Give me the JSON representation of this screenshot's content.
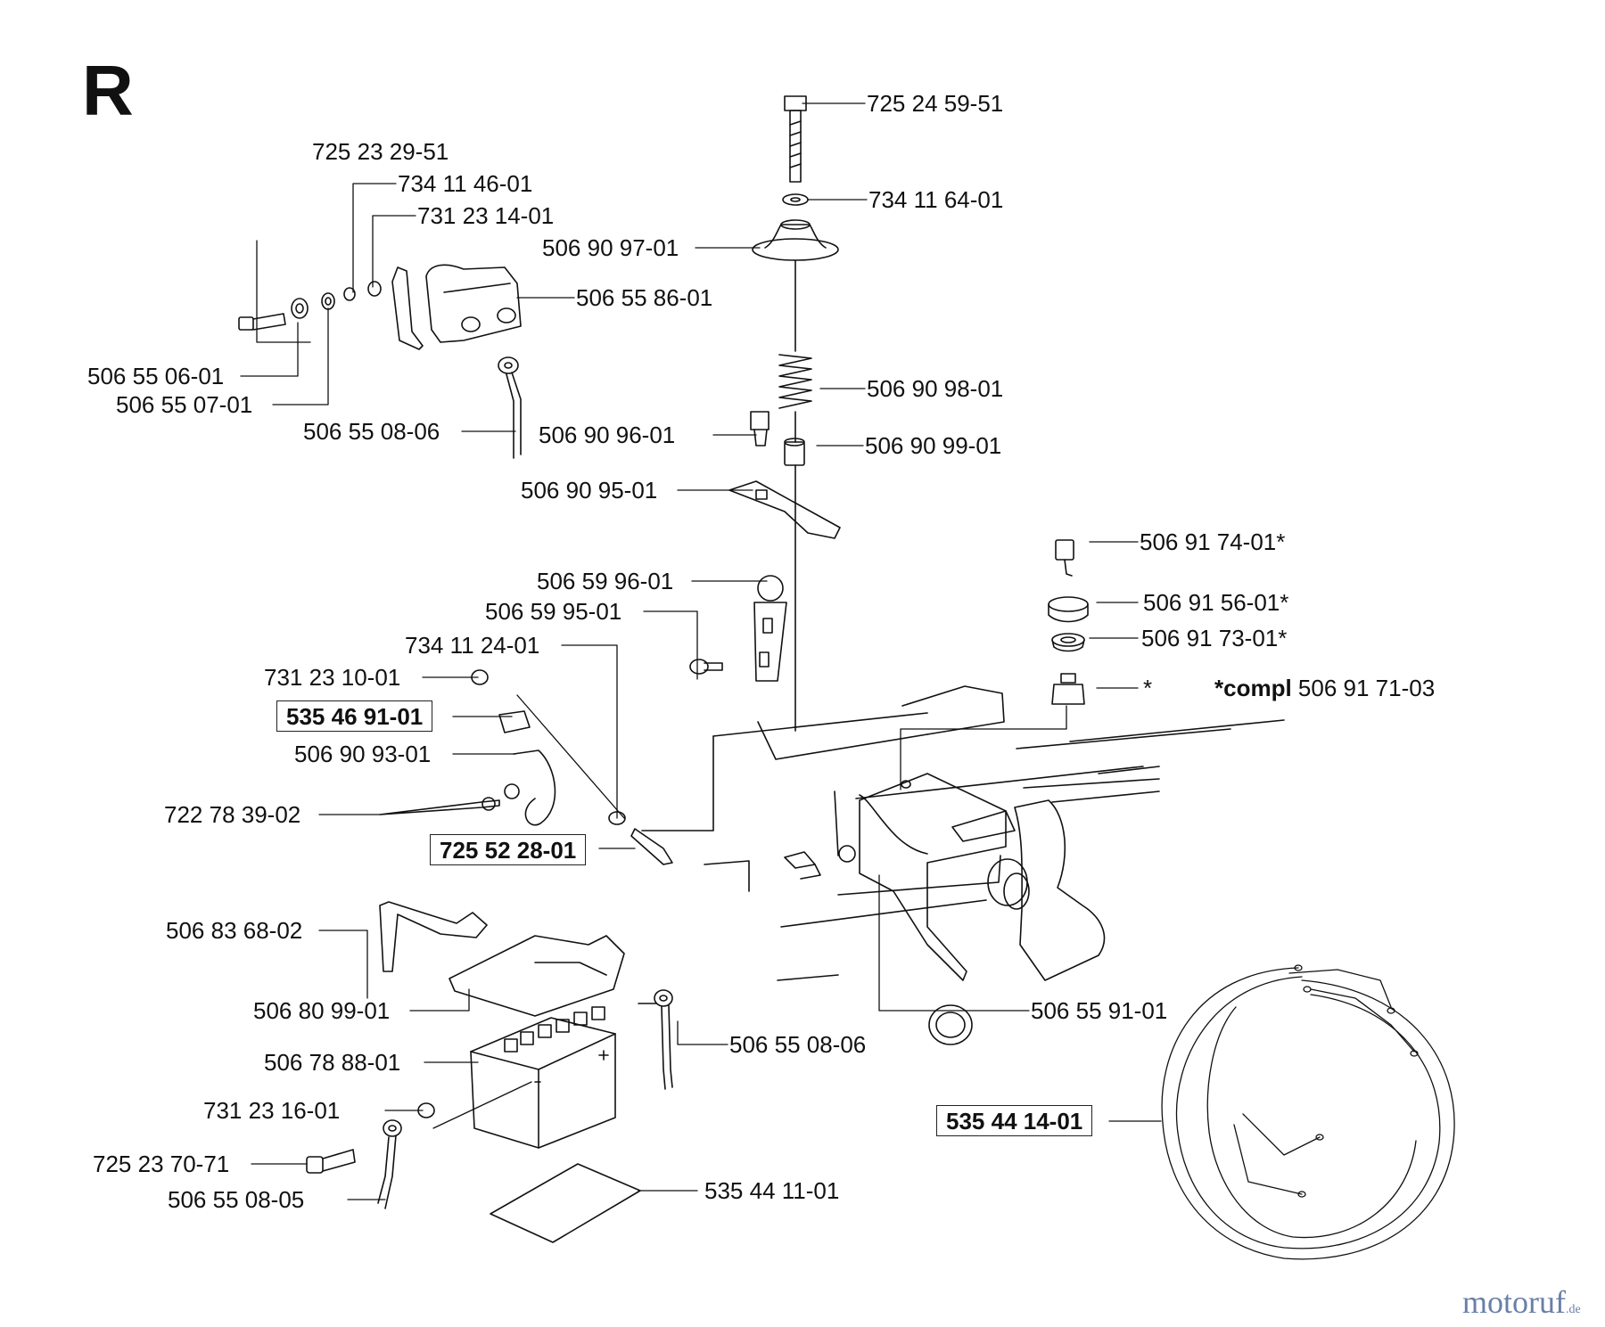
{
  "section_letter": "R",
  "parts": [
    {
      "id": "p1",
      "number": "725 24 59-51"
    },
    {
      "id": "p2",
      "number": "734 11 64-01"
    },
    {
      "id": "p3",
      "number": "506 90 97-01"
    },
    {
      "id": "p4",
      "number": "506 90 98-01"
    },
    {
      "id": "p5",
      "number": "506 90 96-01"
    },
    {
      "id": "p6",
      "number": "506 90 99-01"
    },
    {
      "id": "p7",
      "number": "506 90 95-01"
    },
    {
      "id": "p8",
      "number": "725 23 29-51"
    },
    {
      "id": "p9",
      "number": "734 11 46-01"
    },
    {
      "id": "p10",
      "number": "731 23 14-01"
    },
    {
      "id": "p11",
      "number": "506 55 86-01"
    },
    {
      "id": "p12",
      "number": "506 55 06-01"
    },
    {
      "id": "p13",
      "number": "506 55 07-01"
    },
    {
      "id": "p14",
      "number": "506 55 08-06"
    },
    {
      "id": "p15",
      "number": "506 91 74-01*"
    },
    {
      "id": "p16",
      "number": "506 91 56-01*"
    },
    {
      "id": "p17",
      "number": "506 91 73-01*"
    },
    {
      "id": "p18",
      "number": "*"
    },
    {
      "id": "p19",
      "number": "506 59 96-01"
    },
    {
      "id": "p20",
      "number": "506 59 95-01"
    },
    {
      "id": "p21",
      "number": "734 11 24-01"
    },
    {
      "id": "p22",
      "number": "731 23 10-01"
    },
    {
      "id": "p23",
      "number": "535 46 91-01",
      "boxed": true
    },
    {
      "id": "p24",
      "number": "506 90 93-01"
    },
    {
      "id": "p25",
      "number": "722 78 39-02"
    },
    {
      "id": "p26",
      "number": "725 52 28-01",
      "boxed": true
    },
    {
      "id": "p27",
      "number": "506 83 68-02"
    },
    {
      "id": "p28",
      "number": "506 80 99-01"
    },
    {
      "id": "p29",
      "number": "506 55 91-01"
    },
    {
      "id": "p30",
      "number": "506 78 88-01"
    },
    {
      "id": "p31",
      "number": "506 55 08-06"
    },
    {
      "id": "p32",
      "number": "731 23 16-01"
    },
    {
      "id": "p33",
      "number": "725 23 70-71"
    },
    {
      "id": "p34",
      "number": "506 55 08-05"
    },
    {
      "id": "p35",
      "number": "535 44 11-01"
    },
    {
      "id": "p36",
      "number": "535 44 14-01",
      "boxed": true
    }
  ],
  "compl_note": {
    "prefix": "*compl",
    "number": "506 91 71-03"
  },
  "watermark": {
    "text": "motoruf",
    "suffix": ".de"
  }
}
